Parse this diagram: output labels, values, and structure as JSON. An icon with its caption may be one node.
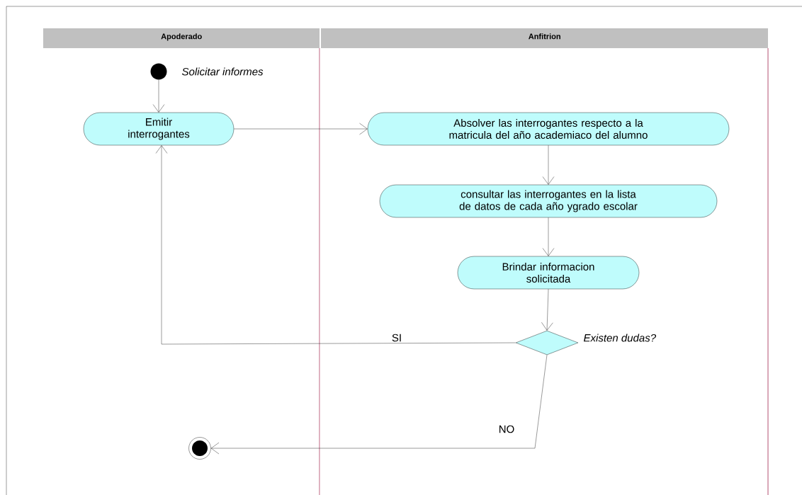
{
  "diagram": {
    "nodes": [
      {
        "text": [
          "Apoderado"
        ]
      },
      {
        "text": [
          "Anfitrion"
        ]
      },
      {
        "text": [],
        "shape": "circle",
        "beside": [
          "Solicitar informes"
        ],
        "in": 0
      },
      {
        "text": [
          "Emitir interrogantes"
        ],
        "in": 0
      },
      {
        "text": [
          "Absolver las interrogantes respecto a la matricula del año academiaco del alumno"
        ],
        "in": 1
      },
      {
        "text": [
          "consultar las interrogantes en la lista de datos de cada año ygrado escolar"
        ],
        "in": 1
      },
      {
        "text": [
          "Brindar informacion solicitada"
        ],
        "in": 1
      },
      {
        "text": [],
        "shape": "diamond",
        "beside": [
          "Existen dudas?"
        ],
        "in": 1
      },
      {
        "text": [],
        "shape": "circle",
        "in": 0
      }
    ],
    "edges": [
      {
        "from": 2,
        "to": 3,
        "arrow": "to"
      },
      {
        "from": 3,
        "to": 4,
        "arrow": "to"
      },
      {
        "from": 4,
        "to": 5,
        "arrow": "to"
      },
      {
        "from": 5,
        "to": 6,
        "arrow": "to"
      },
      {
        "from": 6,
        "to": 7,
        "arrow": "to"
      },
      {
        "from": 7,
        "to": 3,
        "arrow": "to",
        "label": "SI"
      },
      {
        "from": 7,
        "to": 8,
        "arrow": "to",
        "label": "NO"
      }
    ]
  }
}
